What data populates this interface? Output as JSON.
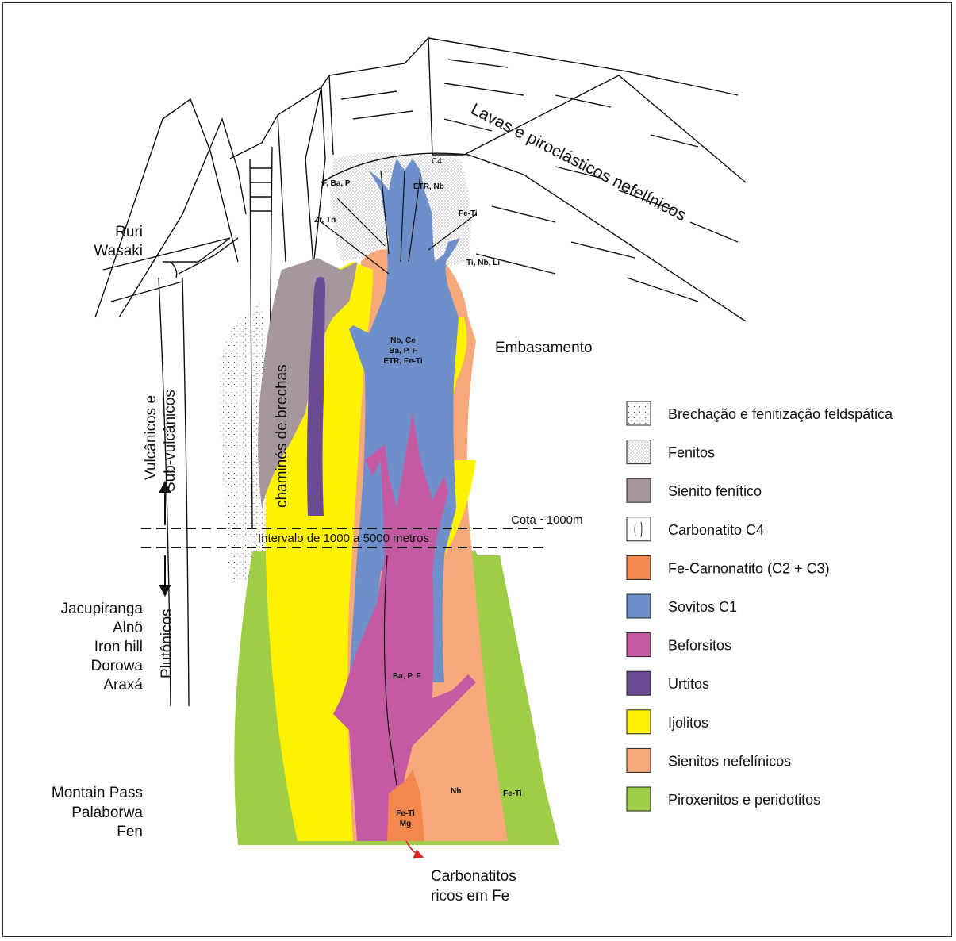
{
  "localities": {
    "ruri": [
      "Ruri",
      "Wasaki"
    ],
    "plutonic": [
      "Jacupiranga",
      "Alnö",
      "Iron hill",
      "Dorowa",
      "Araxá"
    ],
    "deep": [
      "Montain Pass",
      "Palaborwa",
      "Fen"
    ]
  },
  "vertical_labels": {
    "volcanic": [
      "Vulcânicos e",
      "Sub-vulcânicos"
    ],
    "plutonic": "Plutônicos",
    "breccia": "chaminés de brechas"
  },
  "lavas": "Lavas e piroclásticos nefelínicos",
  "embasamento": "Embasamento",
  "cota": "Cota ~1000m",
  "intervalo": "Intervalo de 1000 a 5000 metros",
  "bottom_note": [
    "Carbonatitos",
    "ricos em Fe"
  ],
  "element_labels": {
    "c4": "C4",
    "f_ba_p": "F, Ba, P",
    "etr_nb": "ETR, Nb",
    "fe_ti_top": "Fe-Ti",
    "zr_th": "Zr, Th",
    "ti_nb_li": "Ti, Nb, Li",
    "core": [
      "Nb, Ce",
      "Ba, P, F",
      "ETR, Fe-Ti"
    ],
    "ba_p_f": "Ba, P, F",
    "nb": "Nb",
    "fe_ti_green": "Fe-Ti",
    "fe_ti_mg": [
      "Fe-Ti",
      "Mg"
    ]
  },
  "legend": [
    {
      "label": "Brechação e fenitização feldspática",
      "color": "#ffffff",
      "pattern": "dots-sparse"
    },
    {
      "label": "Fenitos",
      "color": "#ffffff",
      "pattern": "dots-dense"
    },
    {
      "label": "Sienito fenítico",
      "color": "#a6969d",
      "pattern": "none"
    },
    {
      "label": "Carbonatito C4",
      "color": "#ffffff",
      "pattern": "lines"
    },
    {
      "label": "Fe-Carnonatito (C2 + C3)",
      "color": "#f4874e",
      "pattern": "none"
    },
    {
      "label": "Sovitos C1",
      "color": "#6f8fca",
      "pattern": "none"
    },
    {
      "label": "Beforsitos",
      "color": "#c45aa2",
      "pattern": "none"
    },
    {
      "label": "Urtitos",
      "color": "#6a4a92",
      "pattern": "none"
    },
    {
      "label": "Ijolitos",
      "color": "#fff200",
      "pattern": "none"
    },
    {
      "label": "Sienitos nefelínicos",
      "color": "#f7a97b",
      "pattern": "none"
    },
    {
      "label": "Piroxenitos e peridotitos",
      "color": "#9fcd46",
      "pattern": "none"
    }
  ]
}
